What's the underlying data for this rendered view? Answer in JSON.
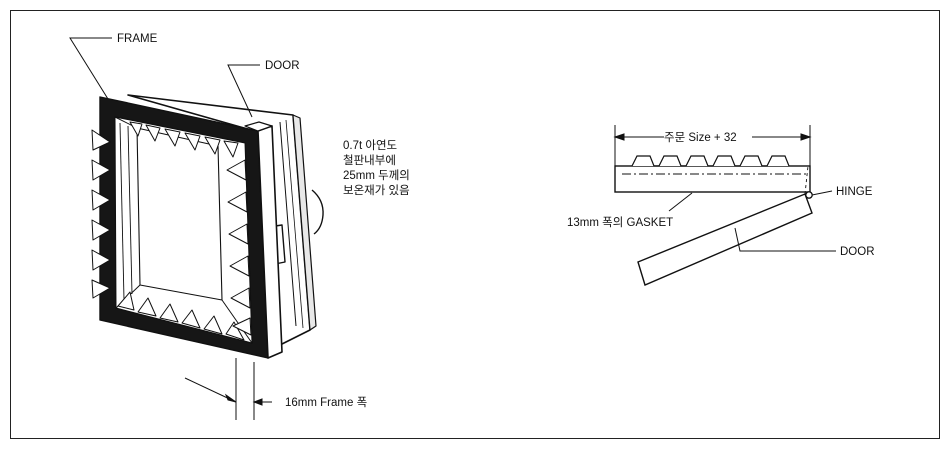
{
  "labels": {
    "frame": "FRAME",
    "door_left": "DOOR",
    "note_line1": "0.7t 아연도",
    "note_line2": "철판내부에",
    "note_line3": "25mm 두께의",
    "note_line4": "보온재가 있음",
    "frame_width": "16mm Frame 폭",
    "dimension": "주문 Size + 32",
    "hinge": "HINGE",
    "gasket": "13mm 폭의  GASKET",
    "door_right": "DOOR"
  },
  "colors": {
    "ink": "#111111",
    "frame_fill": "#161616",
    "paper": "#ffffff",
    "light_fill": "#f2f2f2"
  }
}
